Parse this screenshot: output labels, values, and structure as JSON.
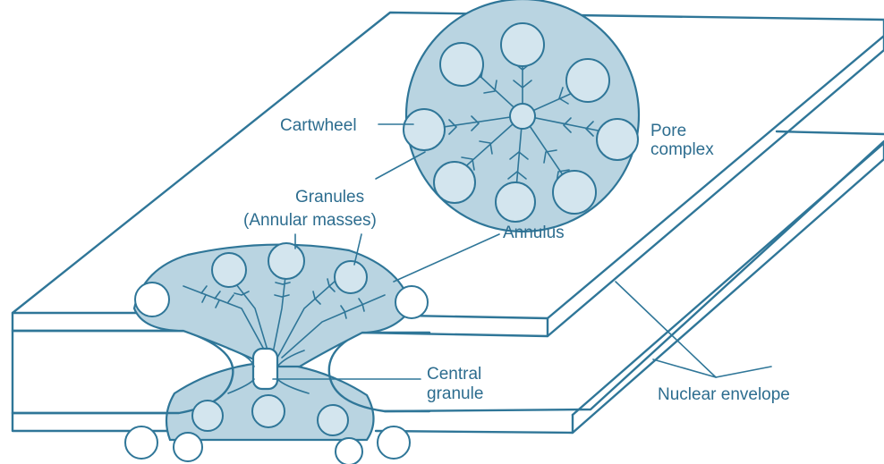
{
  "labels": {
    "cartwheel": "Cartwheel",
    "pore_line1": "Pore",
    "pore_line2": "complex",
    "granules_line1": "Granules",
    "granules_line2": "(Annular masses)",
    "annulus": "Annulus",
    "central_line1": "Central",
    "central_line2": "granule",
    "nuclear_envelope": "Nuclear envelope"
  },
  "colors": {
    "line": "#2f7698",
    "text": "#2d6d8f",
    "shade": "#b9d4e1",
    "granule": "#d3e5ee"
  }
}
